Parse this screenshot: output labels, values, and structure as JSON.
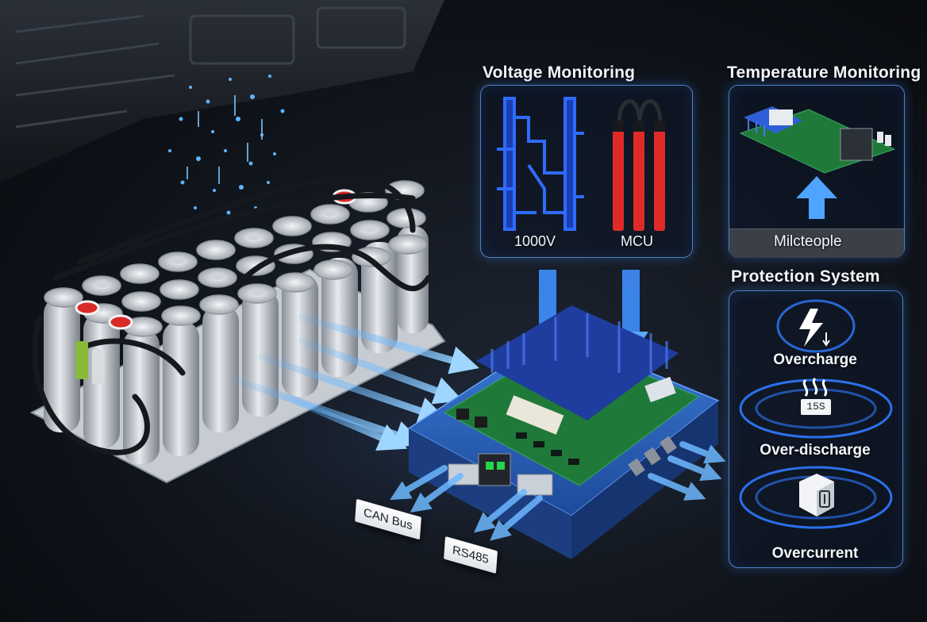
{
  "voltage": {
    "title": "Voltage Monitoring",
    "label_left": "1000V",
    "label_right": "MCU"
  },
  "temperature": {
    "title": "Temperature Monitoring",
    "caption": "Milcteople"
  },
  "protection": {
    "title": "Protection System",
    "items": [
      {
        "label": "Overcharge",
        "icon": "lightning-bolt-icon"
      },
      {
        "label": "Over-discharge",
        "icon": "heat-waves-icon",
        "badge": "15S"
      },
      {
        "label": "Overcurrent",
        "icon": "fuse-box-icon"
      }
    ]
  },
  "comms": {
    "can_label": "CAN Bus",
    "rs485_label": "RS485"
  },
  "colors": {
    "accent_blue": "#3d8cff",
    "glow_blue": "#5fb4ff",
    "heatsink_blue": "#2f5fd6",
    "pcb_green": "#1f7a3a",
    "cable_red": "#e02a2a"
  }
}
